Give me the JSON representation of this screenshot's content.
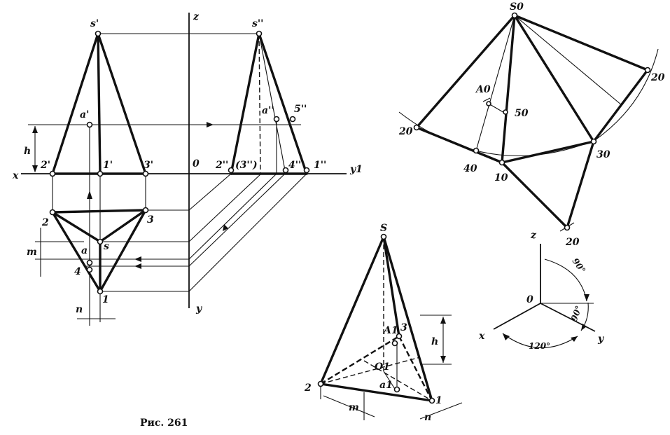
{
  "caption": "Рис. 261",
  "orthographic": {
    "axes": {
      "z": "z",
      "x": "x",
      "y": "y",
      "y1": "y1",
      "origin": "0"
    },
    "front_view": [
      "s'",
      "a'",
      "2'",
      "1'",
      "3'"
    ],
    "side_view": [
      "s''",
      "a''",
      "5''",
      "2''",
      "(3'')",
      "4''",
      "1''"
    ],
    "top_view": [
      "2",
      "3",
      "s",
      "a",
      "4",
      "1"
    ],
    "dims": {
      "h": "h",
      "m": "m",
      "n": "n"
    }
  },
  "development": {
    "labels": [
      "S0",
      "A0",
      "50",
      "20",
      "40",
      "10",
      "30",
      "20",
      "20"
    ]
  },
  "axonometric": {
    "points": [
      "S",
      "A1",
      "3",
      "O1",
      "a1",
      "2",
      "1"
    ],
    "dims": {
      "h": "h",
      "m": "m",
      "n": "n"
    }
  },
  "axes_diagram": {
    "z": "z",
    "x": "x",
    "y": "y",
    "origin": "0",
    "angles": [
      "90°",
      "120°",
      "90°"
    ]
  }
}
